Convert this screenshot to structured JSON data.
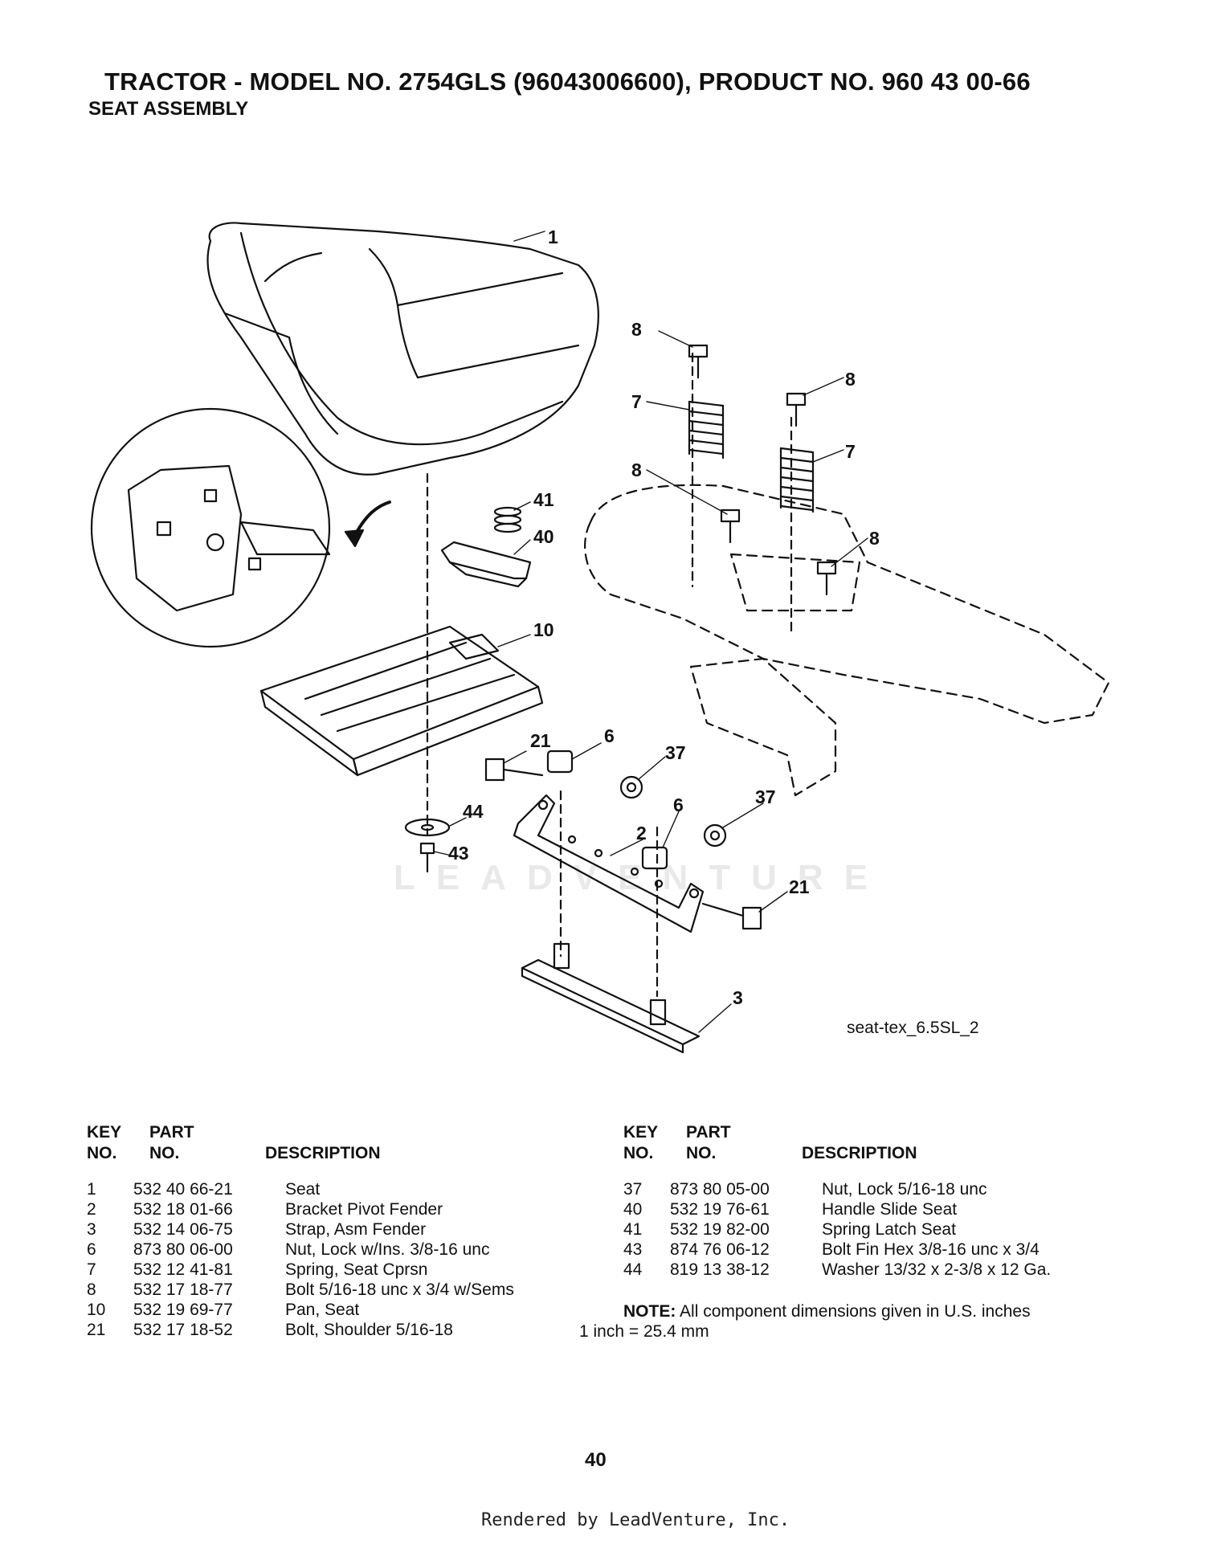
{
  "header": {
    "title": "TRACTOR - MODEL NO. 2754GLS (96043006600), PRODUCT NO. 960 43 00-66",
    "subtitle": "SEAT ASSEMBLY"
  },
  "diagram": {
    "figure_id": "seat-tex_6.5SL_2",
    "watermark": "LEADVENTURE",
    "callouts": [
      "1",
      "8",
      "8",
      "7",
      "7",
      "8",
      "8",
      "41",
      "40",
      "10",
      "21",
      "6",
      "37",
      "6",
      "37",
      "2",
      "21",
      "44",
      "43",
      "3"
    ]
  },
  "table_left": {
    "headers": {
      "key_line1": "KEY",
      "key_line2": "NO.",
      "part_line1": "PART",
      "part_line2": "NO.",
      "description": "DESCRIPTION"
    },
    "rows": [
      {
        "key": "1",
        "part": "532 40 66-21",
        "description": "Seat"
      },
      {
        "key": "2",
        "part": "532 18 01-66",
        "description": "Bracket Pivot Fender"
      },
      {
        "key": "3",
        "part": "532 14 06-75",
        "description": "Strap, Asm Fender"
      },
      {
        "key": "6",
        "part": "873 80 06-00",
        "description": "Nut, Lock w/Ins. 3/8-16 unc"
      },
      {
        "key": "7",
        "part": "532 12 41-81",
        "description": "Spring, Seat Cprsn"
      },
      {
        "key": "8",
        "part": "532 17 18-77",
        "description": "Bolt 5/16-18 unc x 3/4 w/Sems"
      },
      {
        "key": "10",
        "part": "532 19 69-77",
        "description": "Pan, Seat"
      },
      {
        "key": "21",
        "part": "532 17 18-52",
        "description": "Bolt, Shoulder 5/16-18"
      }
    ]
  },
  "table_right": {
    "headers": {
      "key_line1": "KEY",
      "key_line2": "NO.",
      "part_line1": "PART",
      "part_line2": "NO.",
      "description": "DESCRIPTION"
    },
    "rows": [
      {
        "key": "37",
        "part": "873 80 05-00",
        "description": "Nut, Lock 5/16-18 unc"
      },
      {
        "key": "40",
        "part": "532 19 76-61",
        "description": "Handle Slide Seat"
      },
      {
        "key": "41",
        "part": "532 19 82-00",
        "description": "Spring Latch Seat"
      },
      {
        "key": "43",
        "part": "874 76 06-12",
        "description": "Bolt Fin Hex 3/8-16 unc x 3/4"
      },
      {
        "key": "44",
        "part": "819 13 38-12",
        "description": "Washer 13/32 x 2-3/8 x 12 Ga."
      }
    ]
  },
  "note": {
    "label": "NOTE:",
    "line1": "All component dimensions given in U.S. inches",
    "line2": "1 inch = 25.4 mm"
  },
  "page_number": "40",
  "footer": "Rendered by LeadVenture, Inc."
}
